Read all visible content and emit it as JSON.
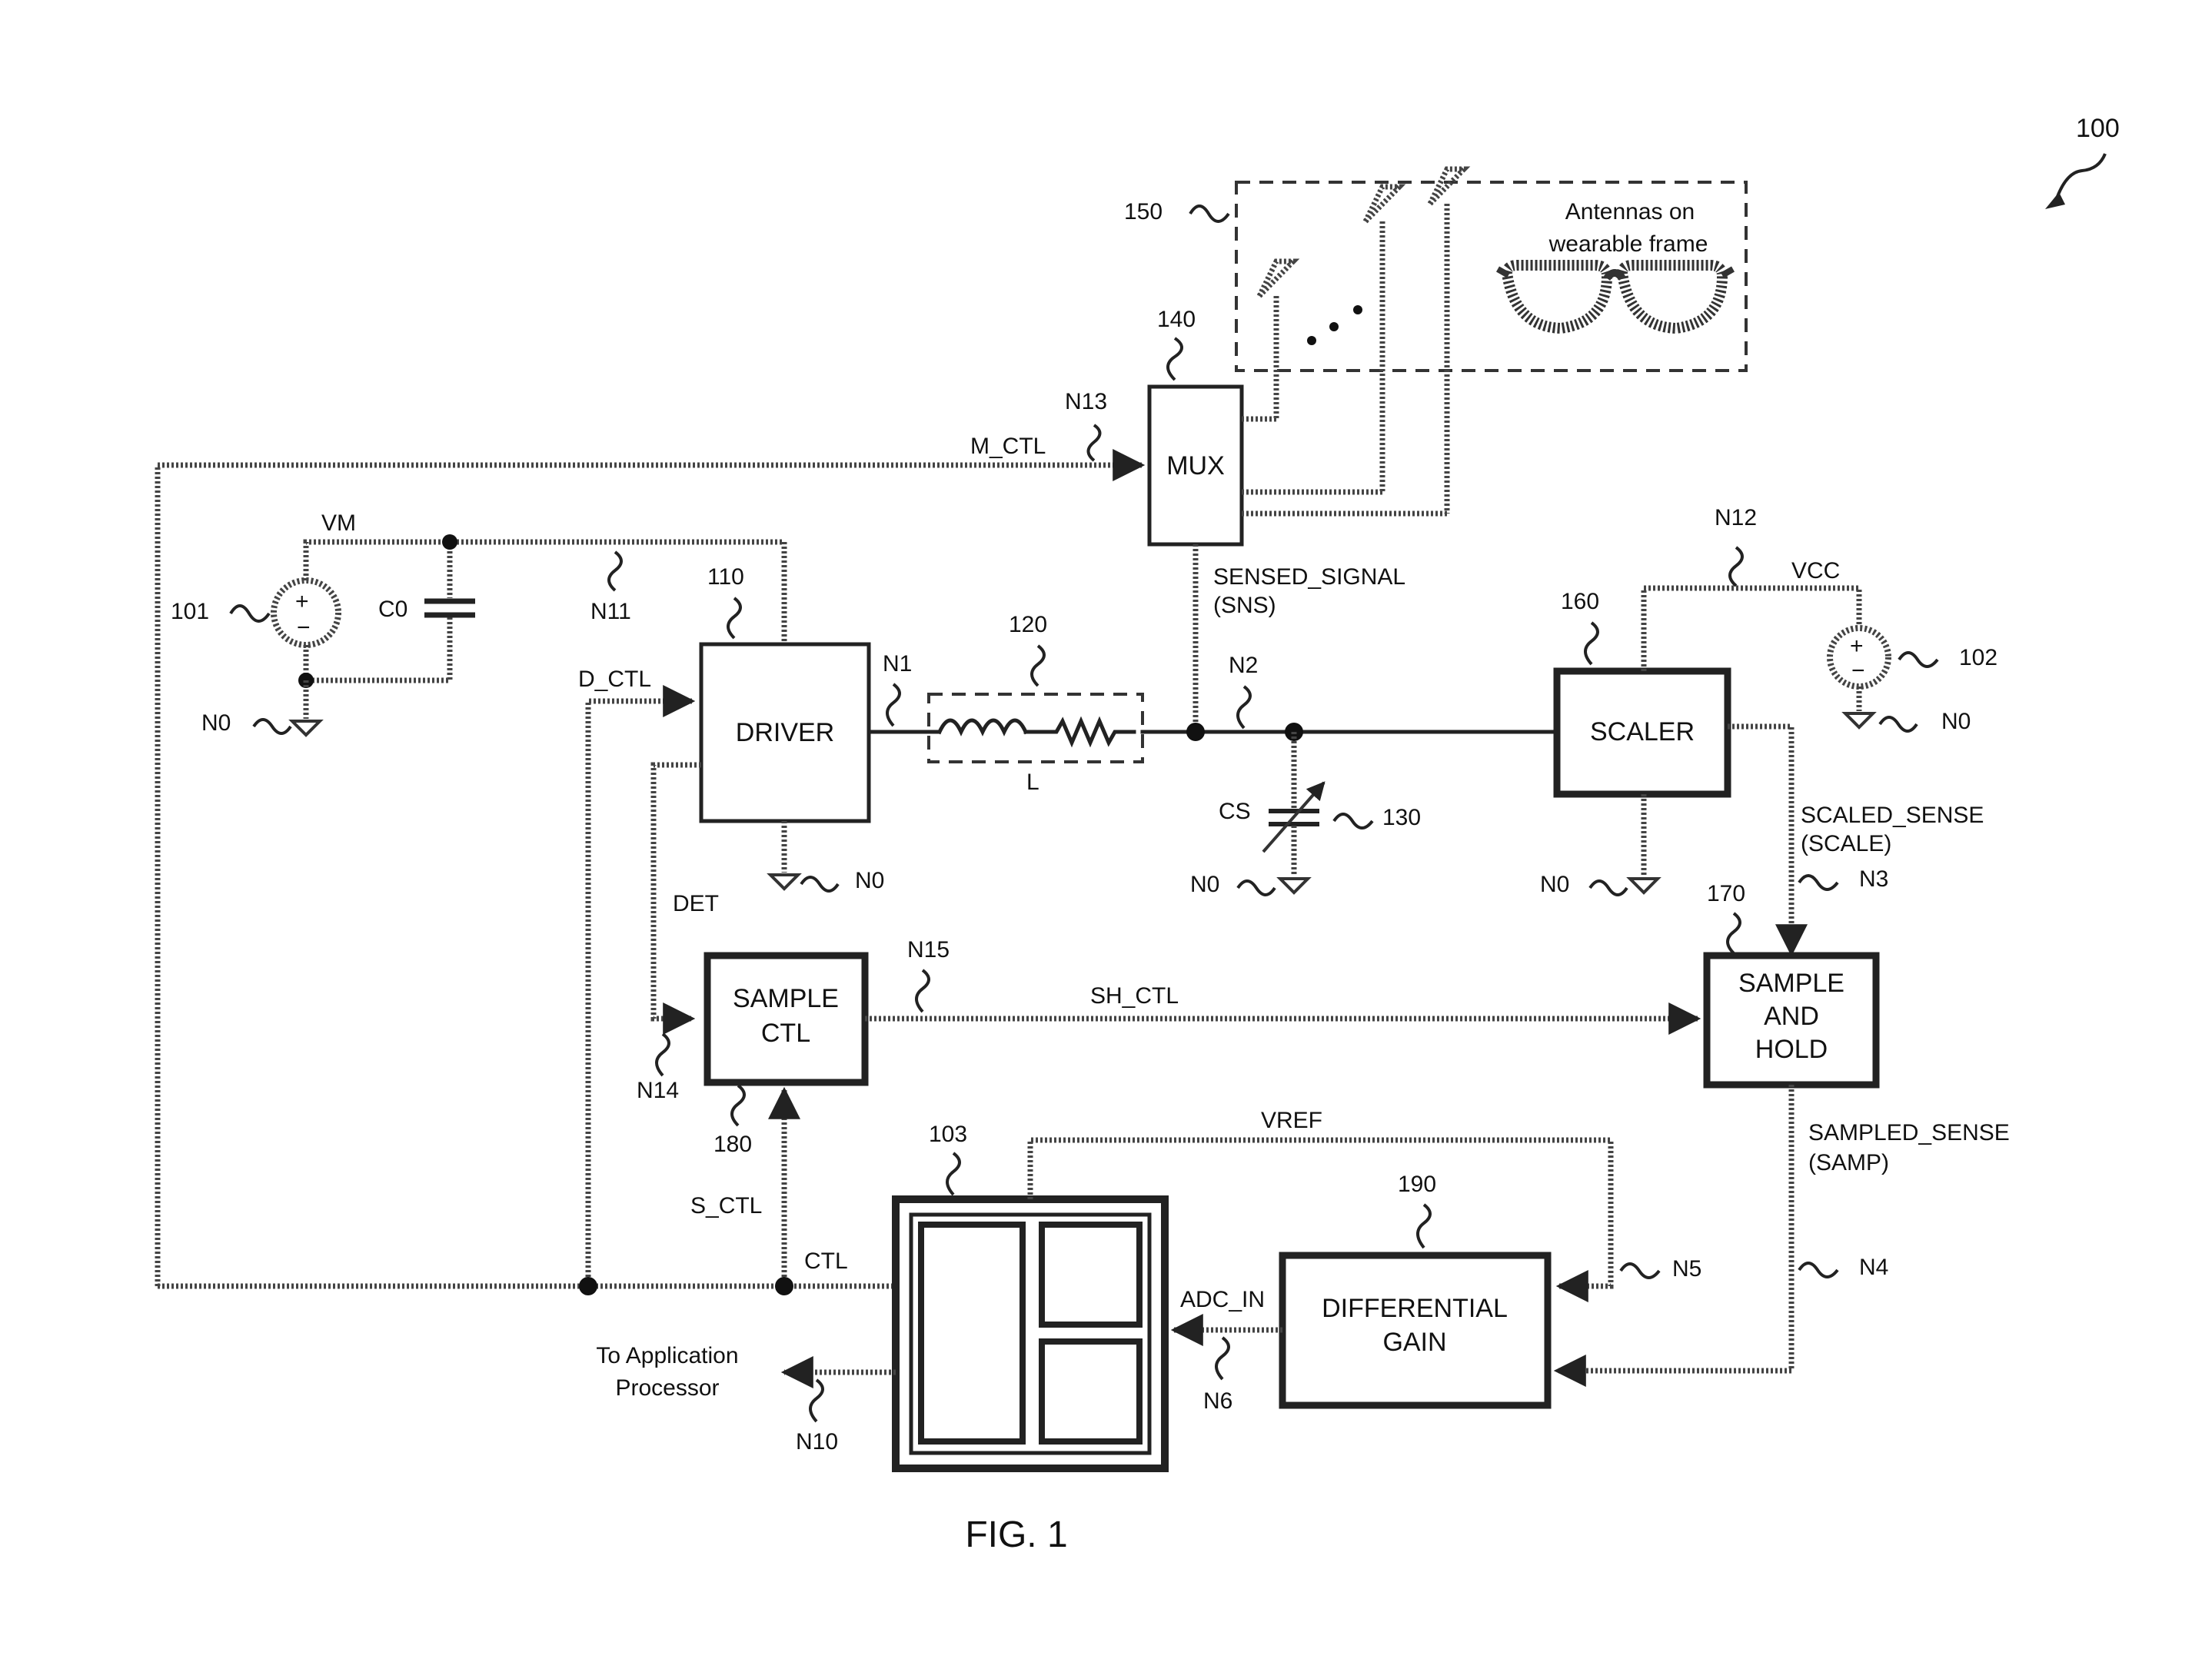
{
  "figure": {
    "ref_main": "100",
    "caption": "FIG. 1"
  },
  "blocks": {
    "driver": {
      "ref": "110",
      "label": "DRIVER"
    },
    "mux": {
      "ref": "140",
      "label": "MUX"
    },
    "scaler": {
      "ref": "160",
      "label": "SCALER"
    },
    "sample_ctl": {
      "ref": "180",
      "line1": "SAMPLE",
      "line2": "CTL"
    },
    "sample_hold": {
      "ref": "170",
      "line1": "SAMPLE",
      "line2": "AND",
      "line3": "HOLD"
    },
    "diff_gain": {
      "ref": "190",
      "line1": "DIFFERENTIAL",
      "line2": "GAIN"
    },
    "controller": {
      "ref": "103"
    },
    "inductor": {
      "ref": "120",
      "label": "L"
    },
    "sense_cap": {
      "ref": "130",
      "label": "CS"
    },
    "antennas": {
      "ref": "150",
      "line1": "Antennas on",
      "line2": "wearable frame"
    }
  },
  "sources": {
    "vm": {
      "ref": "101",
      "label": "VM",
      "cap": "C0"
    },
    "vcc": {
      "ref": "102",
      "label": "VCC"
    }
  },
  "nodes": {
    "n0": "N0",
    "n1": "N1",
    "n2": "N2",
    "n3": "N3",
    "n4": "N4",
    "n5": "N5",
    "n6": "N6",
    "n10": "N10",
    "n11": "N11",
    "n12": "N12",
    "n13": "N13",
    "n14": "N14",
    "n15": "N15"
  },
  "signals": {
    "m_ctl": "M_CTL",
    "d_ctl": "D_CTL",
    "det": "DET",
    "sensed_signal": "SENSED_SIGNAL",
    "sns": "(SNS)",
    "scaled_sense": "SCALED_SENSE",
    "scale": "(SCALE)",
    "sh_ctl": "SH_CTL",
    "sampled_sense": "SAMPLED_SENSE",
    "samp": "(SAMP)",
    "vref": "VREF",
    "s_ctl": "S_CTL",
    "ctl": "CTL",
    "adc_in": "ADC_IN",
    "to_app_1": "To Application",
    "to_app_2": "Processor"
  }
}
